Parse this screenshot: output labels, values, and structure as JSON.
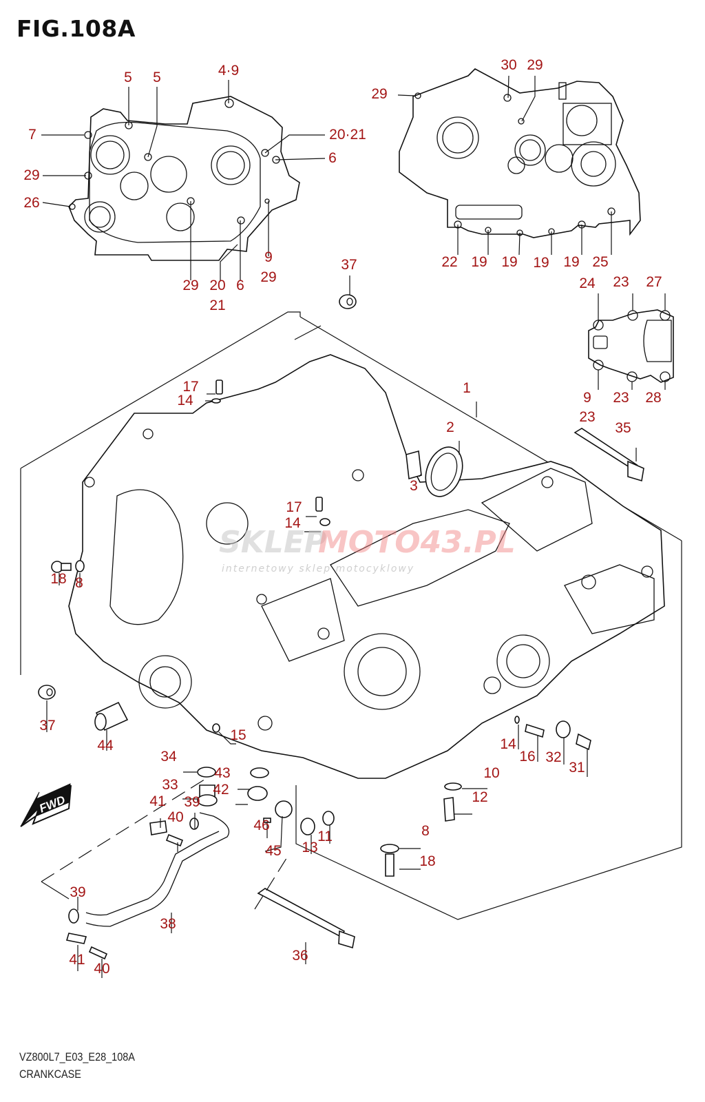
{
  "figure": {
    "title": "FIG.108A",
    "code": "VZ800L7_E03_E28_108A",
    "name": "CRANKCASE"
  },
  "watermark": {
    "brand_left": "SKLEP",
    "brand_right": "MOTO43.PL",
    "tagline": "internetowy sklep motocyklowy"
  },
  "direction_indicator": {
    "label": "FWD"
  },
  "callout_color": "#a31515",
  "callouts": {
    "left_half": [
      "5",
      "5",
      "4·9",
      "7",
      "20·21",
      "29",
      "6",
      "26",
      "29",
      "20",
      "21",
      "6",
      "9",
      "29"
    ],
    "right_half": [
      "29",
      "30",
      "29",
      "22",
      "19",
      "19",
      "19",
      "19",
      "25"
    ],
    "cover": [
      "24",
      "23",
      "27",
      "9",
      "23",
      "23",
      "28"
    ],
    "main": [
      "37",
      "1",
      "2",
      "3",
      "35",
      "17",
      "14",
      "17",
      "14",
      "18",
      "8",
      "37",
      "44",
      "15",
      "14",
      "16",
      "32",
      "31",
      "34",
      "43",
      "33",
      "42",
      "10",
      "12",
      "41",
      "39",
      "40",
      "46",
      "45",
      "13",
      "11",
      "8",
      "18",
      "39",
      "38",
      "41",
      "40",
      "36"
    ]
  }
}
